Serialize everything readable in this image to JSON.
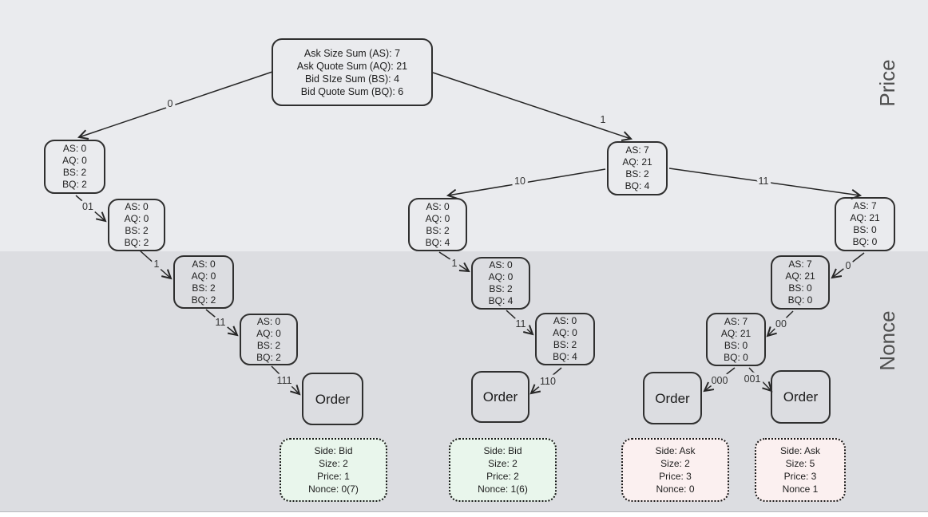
{
  "diagram": {
    "region_labels": {
      "price": "Price",
      "nonce": "Nonce"
    },
    "root_node": "Ask Size Sum (AS): 7\nAsk Quote Sum (AQ): 21\nBid SIze Sum (BS): 4\nBid Quote Sum (BQ): 6",
    "nodes": {
      "l1": "AS: 0\nAQ: 0\nBS: 2\nBQ: 2",
      "l2": "AS: 0\nAQ: 0\nBS: 2\nBQ: 2",
      "l3": "AS: 0\nAQ: 0\nBS: 2\nBQ: 2",
      "l4": "AS: 0\nAQ: 0\nBS: 2\nBQ: 2",
      "r1": "AS: 7\nAQ: 21\nBS: 2\nBQ: 4",
      "m1": "AS: 0\nAQ: 0\nBS: 2\nBQ: 4",
      "m2": "AS: 0\nAQ: 0\nBS: 2\nBQ: 4",
      "m3": "AS: 0\nAQ: 0\nBS: 2\nBQ: 4",
      "r2": "AS: 7\nAQ: 21\nBS: 0\nBQ: 0",
      "r3": "AS: 7\nAQ: 21\nBS: 0\nBQ: 0",
      "r4": "AS: 7\nAQ: 21\nBS: 0\nBQ: 0"
    },
    "order_nodes": {
      "o1": "Order",
      "o2": "Order",
      "o3": "Order",
      "o4": "Order"
    },
    "order_details": {
      "d1": "Side: Bid\nSize: 2\nPrice: 1\nNonce: 0(7)",
      "d2": "Side: Bid\nSize: 2\nPrice: 2\nNonce: 1(6)",
      "d3": "Side: Ask\nSize: 2\nPrice: 3\nNonce: 0",
      "d4": "Side: Ask\nSize: 5\nPrice: 3\nNonce 1"
    },
    "edge_labels": {
      "e0": "0",
      "e1": "1",
      "e2": "01",
      "e3": "1",
      "e4": "11",
      "e5": "111",
      "e6": "10",
      "e7": "11",
      "e8": "1",
      "e9": "11",
      "e10": "110",
      "e11": "0",
      "e12": "00",
      "e13": "000",
      "e14": "001"
    },
    "colors": {
      "price_band": "#eaebee",
      "nonce_band": "#dcdde1",
      "bid_fill": "#e9f6ec",
      "ask_fill": "#fbf0f0",
      "edge": "#262626",
      "axis_label": "#4f4f4f"
    }
  }
}
